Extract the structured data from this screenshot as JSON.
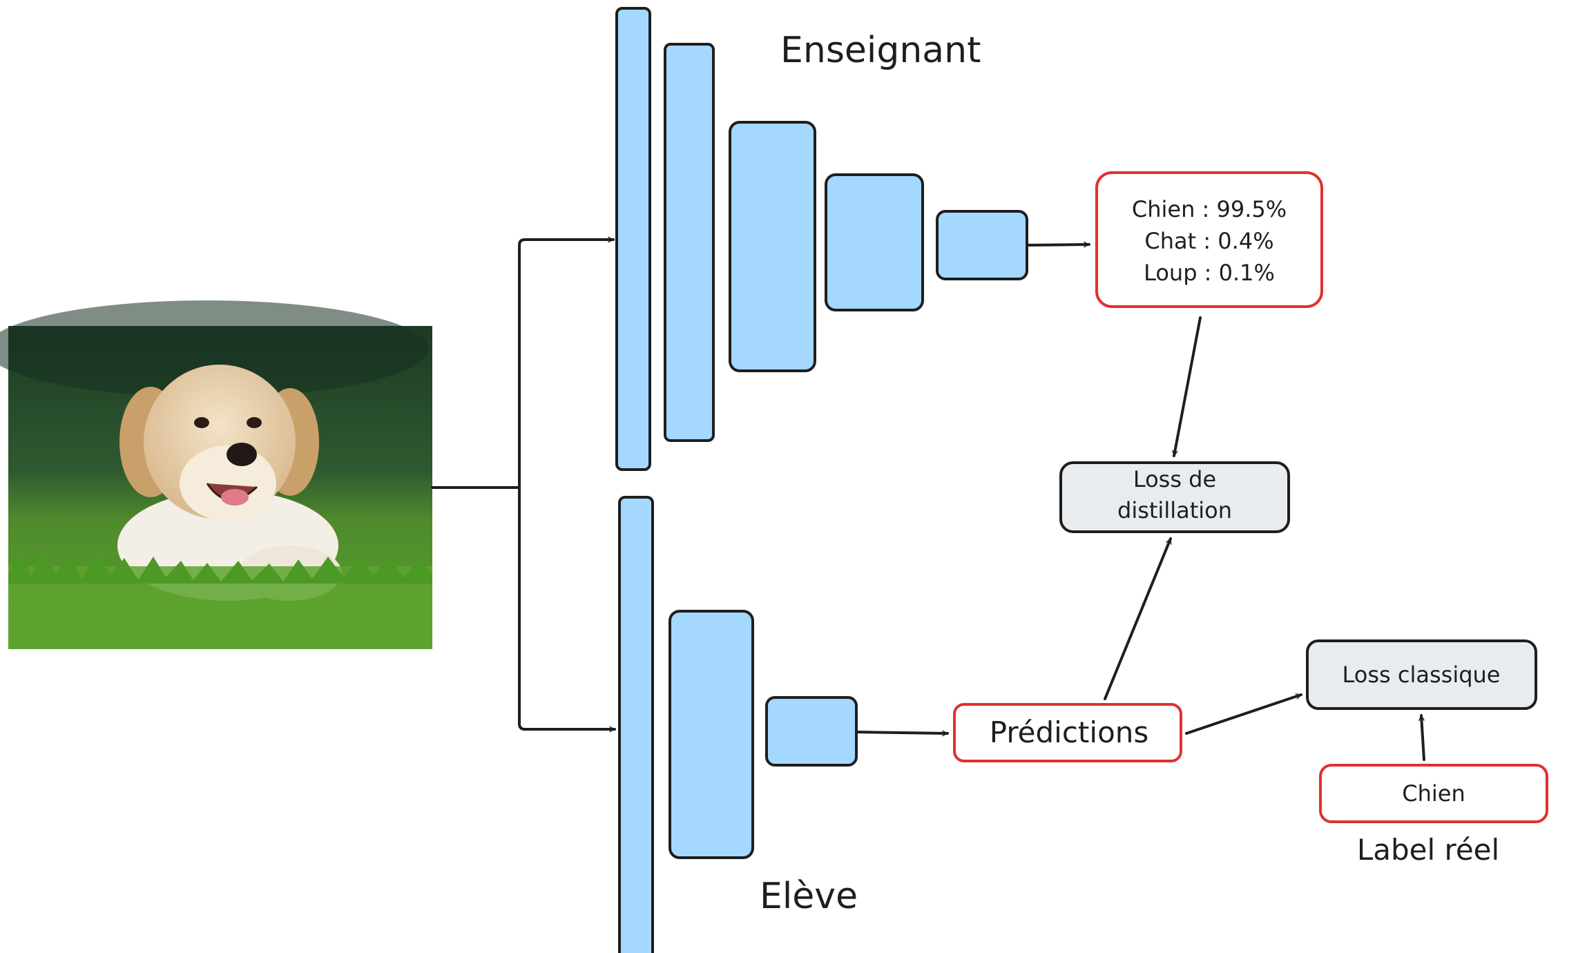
{
  "diagram": {
    "teacher_label": "Enseignant",
    "student_label": "Elève",
    "teacher_output": {
      "lines": [
        "Chien : 99.5%",
        "Chat : 0.4%",
        "Loup : 0.1%"
      ]
    },
    "distillation_loss": {
      "lines": [
        "Loss de",
        "distillation"
      ]
    },
    "predictions_label": "Prédictions",
    "classic_loss_label": "Loss classique",
    "true_label_value": "Chien",
    "true_label_caption": "Label réel",
    "input_image": "photo-golden-retriever-puppy-on-grass",
    "colors": {
      "layer_fill": "#a5d8ff",
      "stroke": "#1e1e1e",
      "output_border": "#e03131",
      "loss_fill": "#e9ecef"
    }
  }
}
